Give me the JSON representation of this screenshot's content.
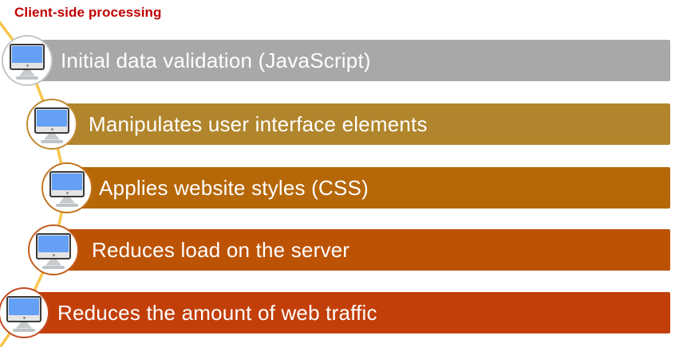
{
  "title": {
    "label": "Client-side processing",
    "color": "#C00000"
  },
  "connector": {
    "color": "#F7C64A"
  },
  "items": [
    {
      "label": "Initial data validation (JavaScript)",
      "bar_color": "#A8A8A8",
      "circle_border": "#C6C6C6"
    },
    {
      "label": "Manipulates user interface elements",
      "bar_color": "#B1852C",
      "circle_border": "#C08A30"
    },
    {
      "label": "Applies website styles (CSS)",
      "bar_color": "#B66708",
      "circle_border": "#C2751C"
    },
    {
      "label": "Reduces load on the server",
      "bar_color": "#BC5304",
      "circle_border": "#C45E1E"
    },
    {
      "label": "Reduces the amount of web traffic",
      "bar_color": "#C23F0A",
      "circle_border": "#C24A20"
    }
  ],
  "icon": {
    "name": "computer-monitor-icon",
    "screen_color": "#64A0F6"
  }
}
